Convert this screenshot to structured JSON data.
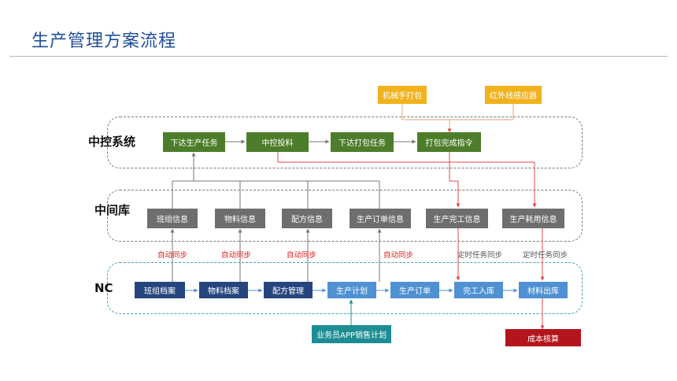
{
  "title": "生产管理方案流程",
  "colors": {
    "title": "#1f4e9a",
    "green": "#4d7d2a",
    "yellow": "#f1b21d",
    "grey": "#6e6e6e",
    "navy": "#25457e",
    "blue": "#4f91d3",
    "teal": "#1d8d93",
    "red": "#b4141b",
    "red_line": "#e34a4a"
  },
  "lanes": {
    "zk": "中控系统",
    "zjk": "中间库",
    "nc": "NC"
  },
  "sensors": {
    "pack": "机械手打包",
    "ir": "红外线感应器"
  },
  "zk_steps": {
    "s1": "下达生产任务",
    "s2": "中控投料",
    "s3": "下达打包任务",
    "s4": "打包完成指令"
  },
  "zjk_items": {
    "i1": "班组信息",
    "i2": "物料信息",
    "i3": "配方信息",
    "i4": "生产订单信息",
    "i5": "生产完工信息",
    "i6": "生产耗用信息"
  },
  "nc_items": {
    "n1": "班组档案",
    "n2": "物料档案",
    "n3": "配方管理",
    "n4": "生产计划",
    "n5": "生产订单",
    "n6": "完工入库",
    "n7": "材料出库"
  },
  "notes": {
    "auto_sync": "自动同步",
    "timed_sync": "定时任务同步"
  },
  "sales": "业务员APP销售计划",
  "cost": "成本核算"
}
